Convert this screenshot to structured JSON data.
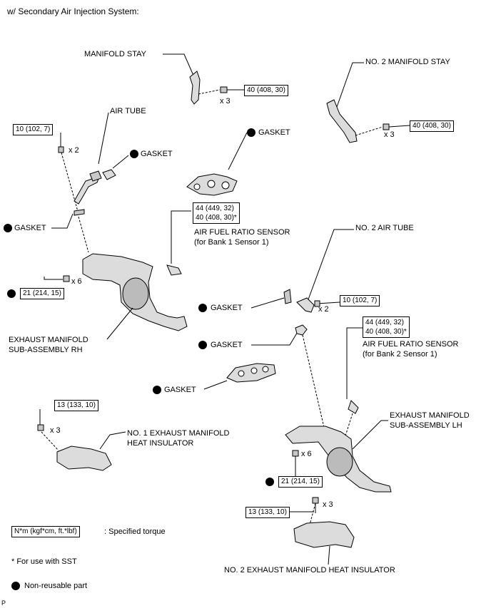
{
  "header": "w/ Secondary Air Injection System:",
  "labels": {
    "manifold_stay": "MANIFOLD STAY",
    "no2_manifold_stay": "NO. 2 MANIFOLD STAY",
    "air_tube": "AIR TUBE",
    "gasket": "GASKET",
    "af_sensor_b1": "AIR FUEL RATIO SENSOR",
    "af_sensor_b1_sub": "(for Bank 1 Sensor 1)",
    "no2_air_tube": "NO. 2 AIR TUBE",
    "af_sensor_b2": "AIR FUEL RATIO SENSOR",
    "af_sensor_b2_sub": "(for Bank 2 Sensor 1)",
    "exh_rh_1": "EXHAUST MANIFOLD",
    "exh_rh_2": "SUB-ASSEMBLY RH",
    "exh_lh_1": "EXHAUST MANIFOLD",
    "exh_lh_2": "SUB-ASSEMBLY LH",
    "no1_ins_1": "NO. 1 EXHAUST MANIFOLD",
    "no1_ins_2": "HEAT INSULATOR",
    "no2_ins": "NO. 2 EXHAUST MANIFOLD HEAT INSULATOR"
  },
  "quantities": {
    "x2": "x 2",
    "x3": "x 3",
    "x6": "x 6"
  },
  "torques": {
    "t40": "40 (408, 30)",
    "t10": "10 (102, 7)",
    "t44": "44 (449, 32)",
    "t40s": "40 (408, 30)*",
    "t21": "21 (214, 15)",
    "t13": "13 (133, 10)"
  },
  "legend": {
    "torque_box": "N*m (kgf*cm, ft.*lbf)",
    "torque_desc": ": Specified torque",
    "sst_note": "* For use with SST",
    "non_reusable": "Non-reusable part"
  },
  "corner_mark": "P"
}
